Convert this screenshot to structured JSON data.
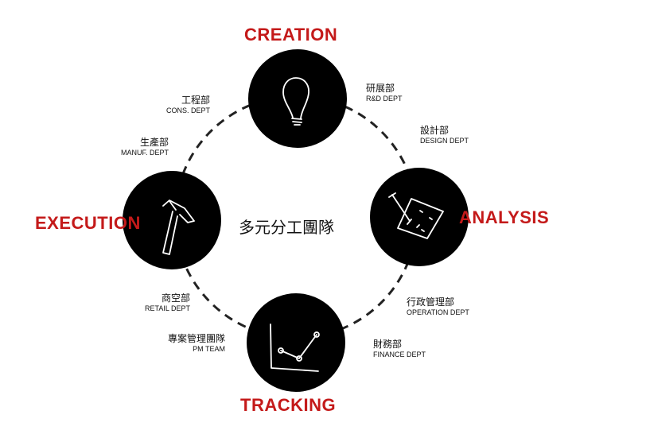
{
  "center_title": "多元分工團隊",
  "accent_color": "#c41a1a",
  "phases": [
    {
      "key": "creation",
      "label": "CREATION",
      "icon": "lightbulb-icon"
    },
    {
      "key": "analysis",
      "label": "ANALYSIS",
      "icon": "document-pen-icon"
    },
    {
      "key": "tracking",
      "label": "TRACKING",
      "icon": "line-graph-icon"
    },
    {
      "key": "execution",
      "label": "EXECUTION",
      "icon": "hammer-icon"
    }
  ],
  "departments": {
    "rd": {
      "zh": "研展部",
      "en": "R&D DEPT"
    },
    "design": {
      "zh": "設計部",
      "en": "DESIGN DEPT"
    },
    "operation": {
      "zh": "行政管理部",
      "en": "OPERATION DEPT"
    },
    "finance": {
      "zh": "財務部",
      "en": "FINANCE DEPT"
    },
    "retail": {
      "zh": "商空部",
      "en": "RETAIL DEPT"
    },
    "pm": {
      "zh": "專案管理團隊",
      "en": "PM TEAM"
    },
    "cons": {
      "zh": "工程部",
      "en": "CONS. DEPT"
    },
    "manuf": {
      "zh": "生產部",
      "en": "MANUF. DEPT"
    }
  }
}
